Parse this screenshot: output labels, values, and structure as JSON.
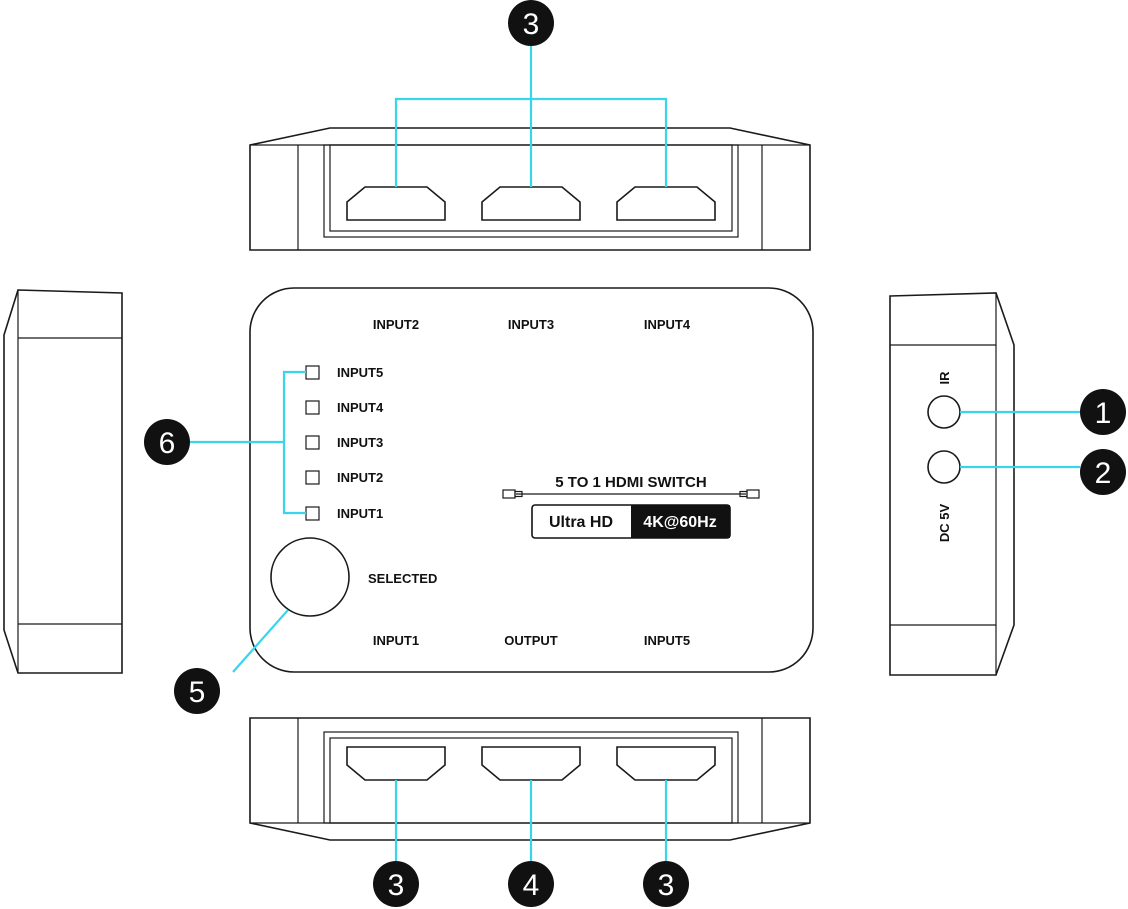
{
  "callouts": {
    "c1": "1",
    "c2": "2",
    "c3_top": "3",
    "c3_bottom_left": "3",
    "c3_bottom_right": "3",
    "c4": "4",
    "c5": "5",
    "c6": "6"
  },
  "top_panel": {
    "labels": [
      "INPUT2",
      "INPUT3",
      "INPUT4"
    ]
  },
  "bottom_panel": {
    "labels": [
      "INPUT1",
      "OUTPUT",
      "INPUT5"
    ]
  },
  "led_labels": [
    "INPUT5",
    "INPUT4",
    "INPUT3",
    "INPUT2",
    "INPUT1"
  ],
  "selected_label": "SELECTED",
  "branding": {
    "title": "5 TO 1 HDMI SWITCH",
    "badge_left": "Ultra HD",
    "badge_right": "4K@60Hz"
  },
  "right_panel": {
    "ir_label": "IR",
    "dc_label": "DC 5V"
  },
  "colors": {
    "callout_line": "#38d5ee",
    "callout_fill": "#111111",
    "outline": "#1a1a1a"
  }
}
